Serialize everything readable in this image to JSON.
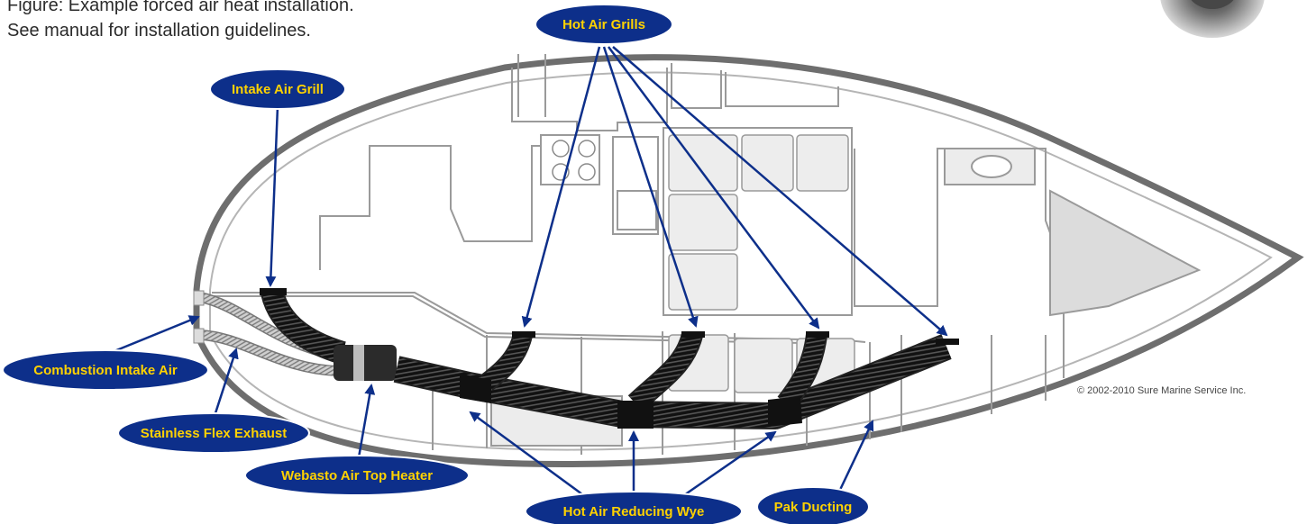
{
  "caption": {
    "line1": "Figure: Example forced air heat installation.",
    "line2": "See manual for installation guidelines."
  },
  "copyright": "© 2002-2010  Sure Marine Service Inc.",
  "callouts": {
    "hot_air_grills": "Hot Air Grills",
    "intake_air_grill": "Intake Air Grill",
    "combustion_intake_air": "Combustion Intake Air",
    "stainless_flex_exhaust": "Stainless Flex Exhaust",
    "webasto_air_top_heater": "Webasto Air Top Heater",
    "hot_air_reducing_wye": "Hot Air Reducing Wye",
    "pak_ducting": "Pak Ducting"
  },
  "colors": {
    "callout_fill": "#0d2f8a",
    "callout_text": "#ffd200",
    "arrow": "#0d2f8a",
    "hull_outline": "#6e6e6e",
    "duct": "#1a1a1a"
  }
}
